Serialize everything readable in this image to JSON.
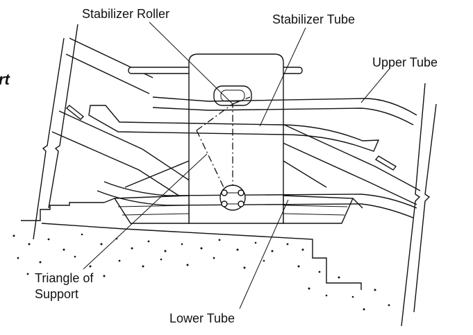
{
  "labels": {
    "stabilizer_roller": "Stabilizer Roller",
    "stabilizer_tube": "Stabilizer Tube",
    "upper_tube": "Upper Tube",
    "triangle_line1": "Triangle of",
    "triangle_line2": "Support",
    "lower_tube": "Lower Tube",
    "cut_off_fragment": "rt"
  }
}
